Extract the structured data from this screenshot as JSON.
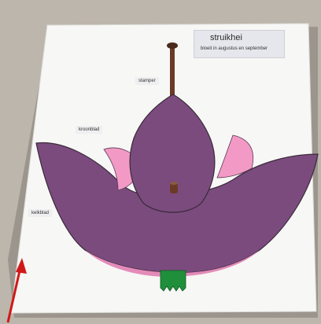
{
  "card": {
    "title": "struikhei",
    "subtitle": "bloeit in augustus en september"
  },
  "labels": {
    "stamper": "stamper",
    "kroonblad": "kroonblad",
    "kelkblad": "kelkblad"
  },
  "colors": {
    "background": "#bdb6ac",
    "board": "#f7f7f5",
    "petal": "#7b4b7e",
    "inner_petal": "#f29ac5",
    "stem": "#6a3a26",
    "receptacle": "#1f8f3b",
    "arrow": "#d01818"
  }
}
